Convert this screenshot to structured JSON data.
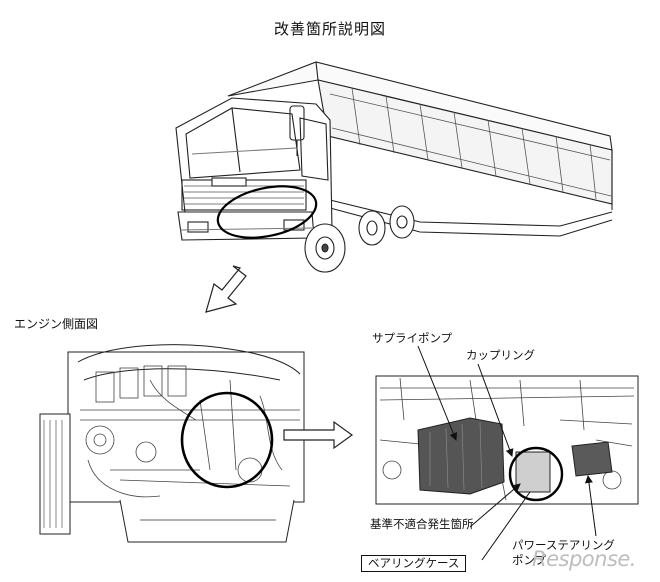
{
  "title": "改善箇所説明図",
  "engine_view_label": "エンジン側面図",
  "labels": {
    "supply_pump": "サプライポンプ",
    "coupling": "カップリング",
    "nonconformity": "基準不適合発生箇所",
    "bearing_case": "ベアリングケース",
    "power_steering_line1": "パワーステアリング",
    "power_steering_line2": "ポンプ"
  },
  "watermark": "Response."
}
